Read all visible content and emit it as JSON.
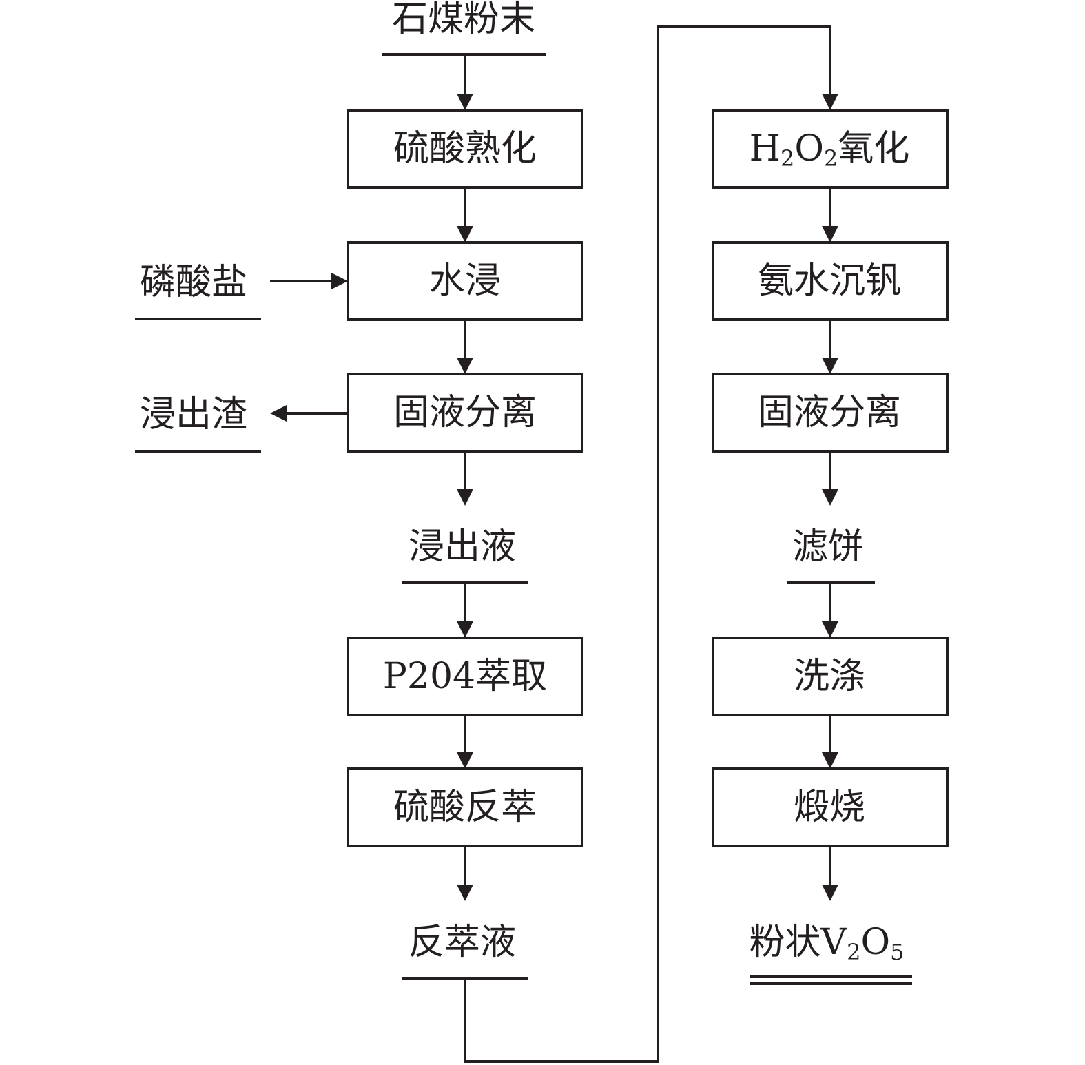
{
  "colors": {
    "ink": "#231f20",
    "background": "#ffffff"
  },
  "left": {
    "input": "石煤粉末",
    "step_acid_cure": "硫酸熟化",
    "side_phosphate": "磷酸盐",
    "step_water_leach": "水浸",
    "step_separation": "固液分离",
    "side_residue": "浸出渣",
    "product_leachate": "浸出液",
    "step_extraction": "P204萃取",
    "step_strip": "硫酸反萃",
    "product_strip_liquor": "反萃液"
  },
  "right": {
    "step_oxidation": {
      "prefix": "H",
      "sub1": "2",
      "mid": "O",
      "sub2": "2",
      "suffix": "氧化"
    },
    "step_precipitation": "氨水沉钒",
    "step_separation": "固液分离",
    "product_filter_cake": "滤饼",
    "step_washing": "洗涤",
    "step_calcination": "煅烧",
    "final_product": {
      "prefix": "粉状V",
      "sub1": "2",
      "mid": "O",
      "sub2": "5"
    }
  }
}
